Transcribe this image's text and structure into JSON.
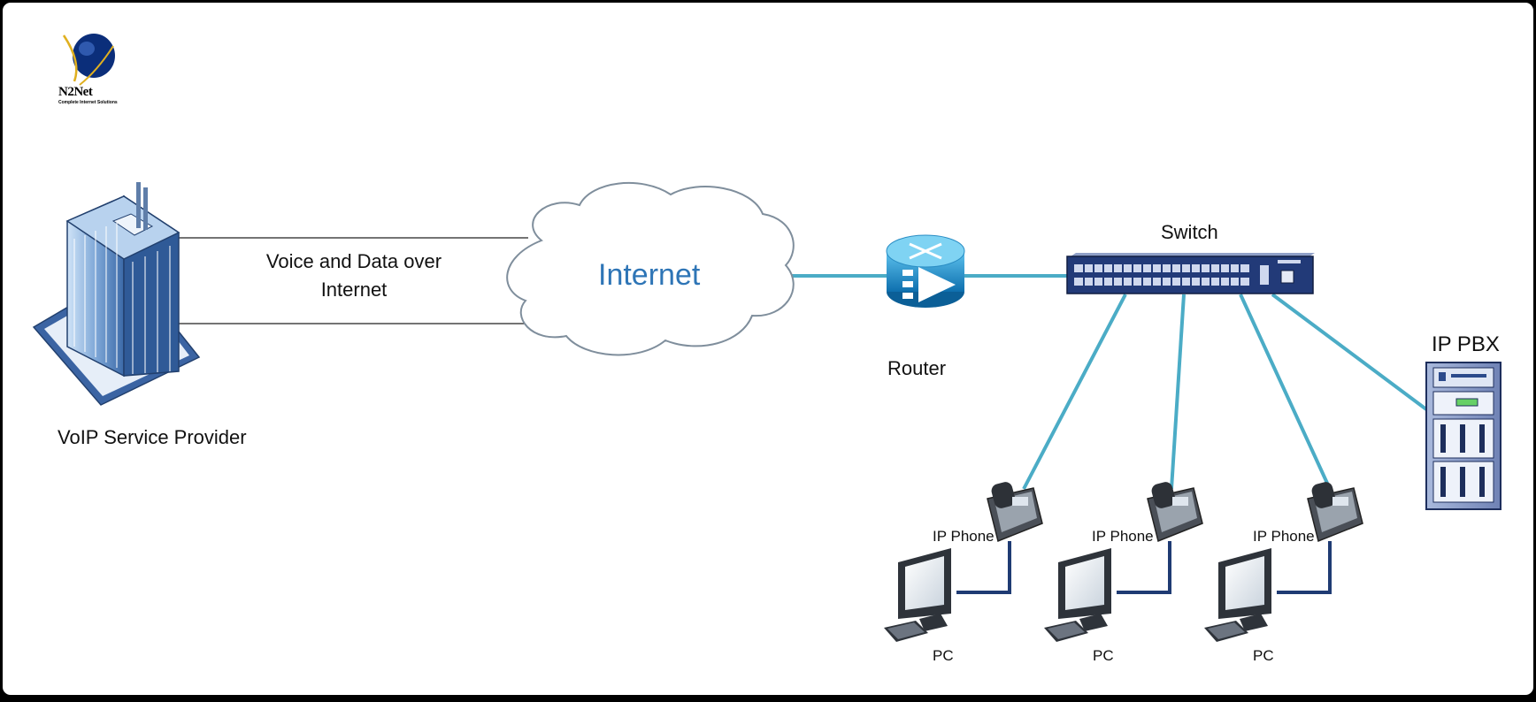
{
  "logo": {
    "name": "N2Net",
    "tagline": "Complete Internet Solutions"
  },
  "labels": {
    "provider": "VoIP Service Provider",
    "link": "Voice and Data over\nInternet",
    "internet": "Internet",
    "router": "Router",
    "switch": "Switch",
    "pbx": "IP PBX",
    "phone": "IP Phone",
    "pc": "PC"
  },
  "colors": {
    "link": "#4bacc6",
    "lan": "#1f3b73",
    "internet_text": "#2e75b6",
    "background": "#ffffff",
    "frame": "#000000"
  },
  "icons": [
    "building-icon",
    "cloud-icon",
    "router-icon",
    "switch-icon",
    "pbx-rack-icon",
    "ip-phone-icon",
    "pc-icon"
  ]
}
